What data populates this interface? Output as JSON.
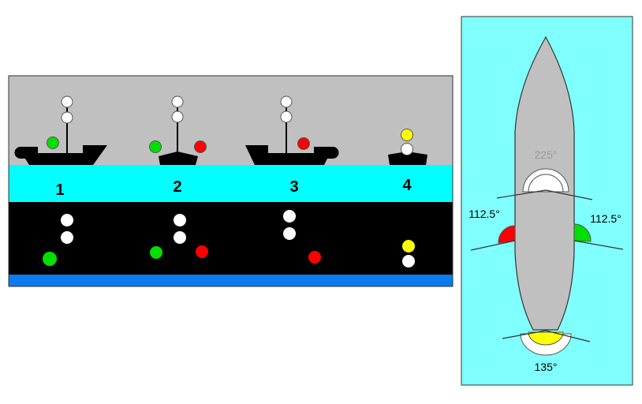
{
  "colors": {
    "sky": "#c0c0c0",
    "water": "#00ffff",
    "night": "#000000",
    "sea_band": "#0a7cf0",
    "panel_bg": "#80ffff",
    "hull_top": "#c0c0c0",
    "light_white": "#ffffff",
    "light_green": "#00e000",
    "light_red": "#ff0000",
    "light_yellow": "#ffff00"
  },
  "left_panel": {
    "vessel_numbers": [
      "1",
      "2",
      "3",
      "4"
    ]
  },
  "right_panel": {
    "masthead_sector": "225°",
    "port_sector": "112.5°",
    "starboard_sector": "112.5°",
    "stern_sector": "135°"
  }
}
